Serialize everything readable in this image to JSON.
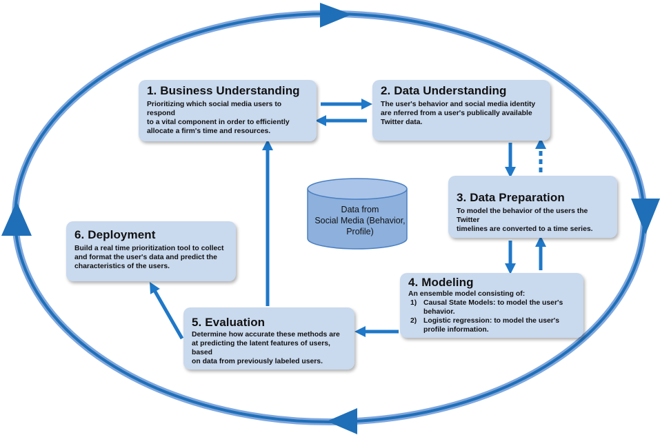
{
  "colors": {
    "cycle_outer": "#7fa7dd",
    "cycle_inner": "#1f6fb8",
    "arrow": "#1f78c8",
    "box_fill": "#c9d9ee",
    "database_fill": "#8db0dd"
  },
  "steps": [
    {
      "title": "1. Business Understanding",
      "lines": [
        "Prioritizing which social media users to respond",
        "to a vital component in order to efficiently",
        "allocate a firm's time and resources."
      ]
    },
    {
      "title": "2. Data Understanding",
      "lines": [
        "The user's behavior and social media identity",
        "are nferred from a user's publically available",
        "Twitter data."
      ]
    },
    {
      "title": "3. Data Preparation",
      "lines": [
        "To model the behavior of the users the Twitter",
        "timelines are converted to a time series."
      ]
    },
    {
      "title": "4. Modeling",
      "intro": "An ensemble model consisting of:",
      "items": [
        {
          "num": "1)",
          "text": "Causal State Models: to model the user's behavior."
        },
        {
          "num": "2)",
          "text": "Logistic regression: to model the user's profile information."
        }
      ]
    },
    {
      "title": "5. Evaluation",
      "lines": [
        "Determine how accurate these methods are",
        "at predicting the latent features of users, based",
        "on data from previously labeled users."
      ]
    },
    {
      "title": "6. Deployment",
      "lines": [
        "Build a real time prioritization tool to collect",
        "and format the user's data and predict the",
        "characteristics of the users."
      ]
    }
  ],
  "database": {
    "lines": [
      "Data from",
      "Social Media (Behavior,",
      "Profile)"
    ]
  }
}
